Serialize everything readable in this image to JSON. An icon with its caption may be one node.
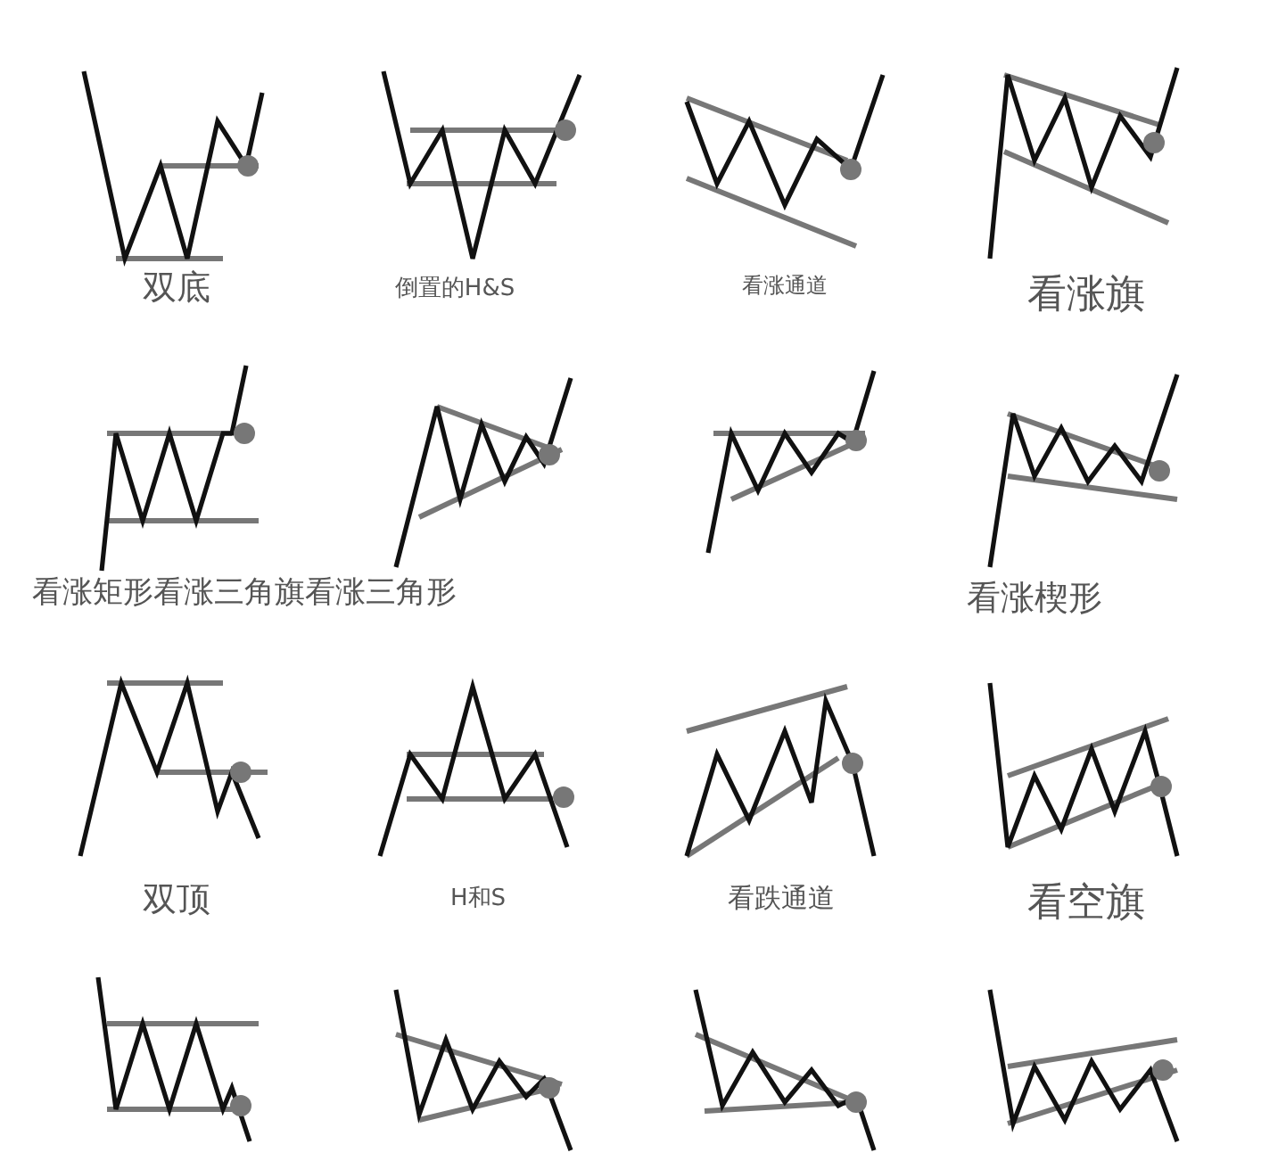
{
  "diagram": {
    "labels": [
      "双底",
      "倒置的H&S",
      "看涨通道",
      "看涨旗",
      "看涨矩形",
      "看涨三角旗",
      "看涨三角形",
      "看涨楔形",
      "双顶",
      "H和S",
      "看跌通道",
      "看空旗"
    ]
  }
}
